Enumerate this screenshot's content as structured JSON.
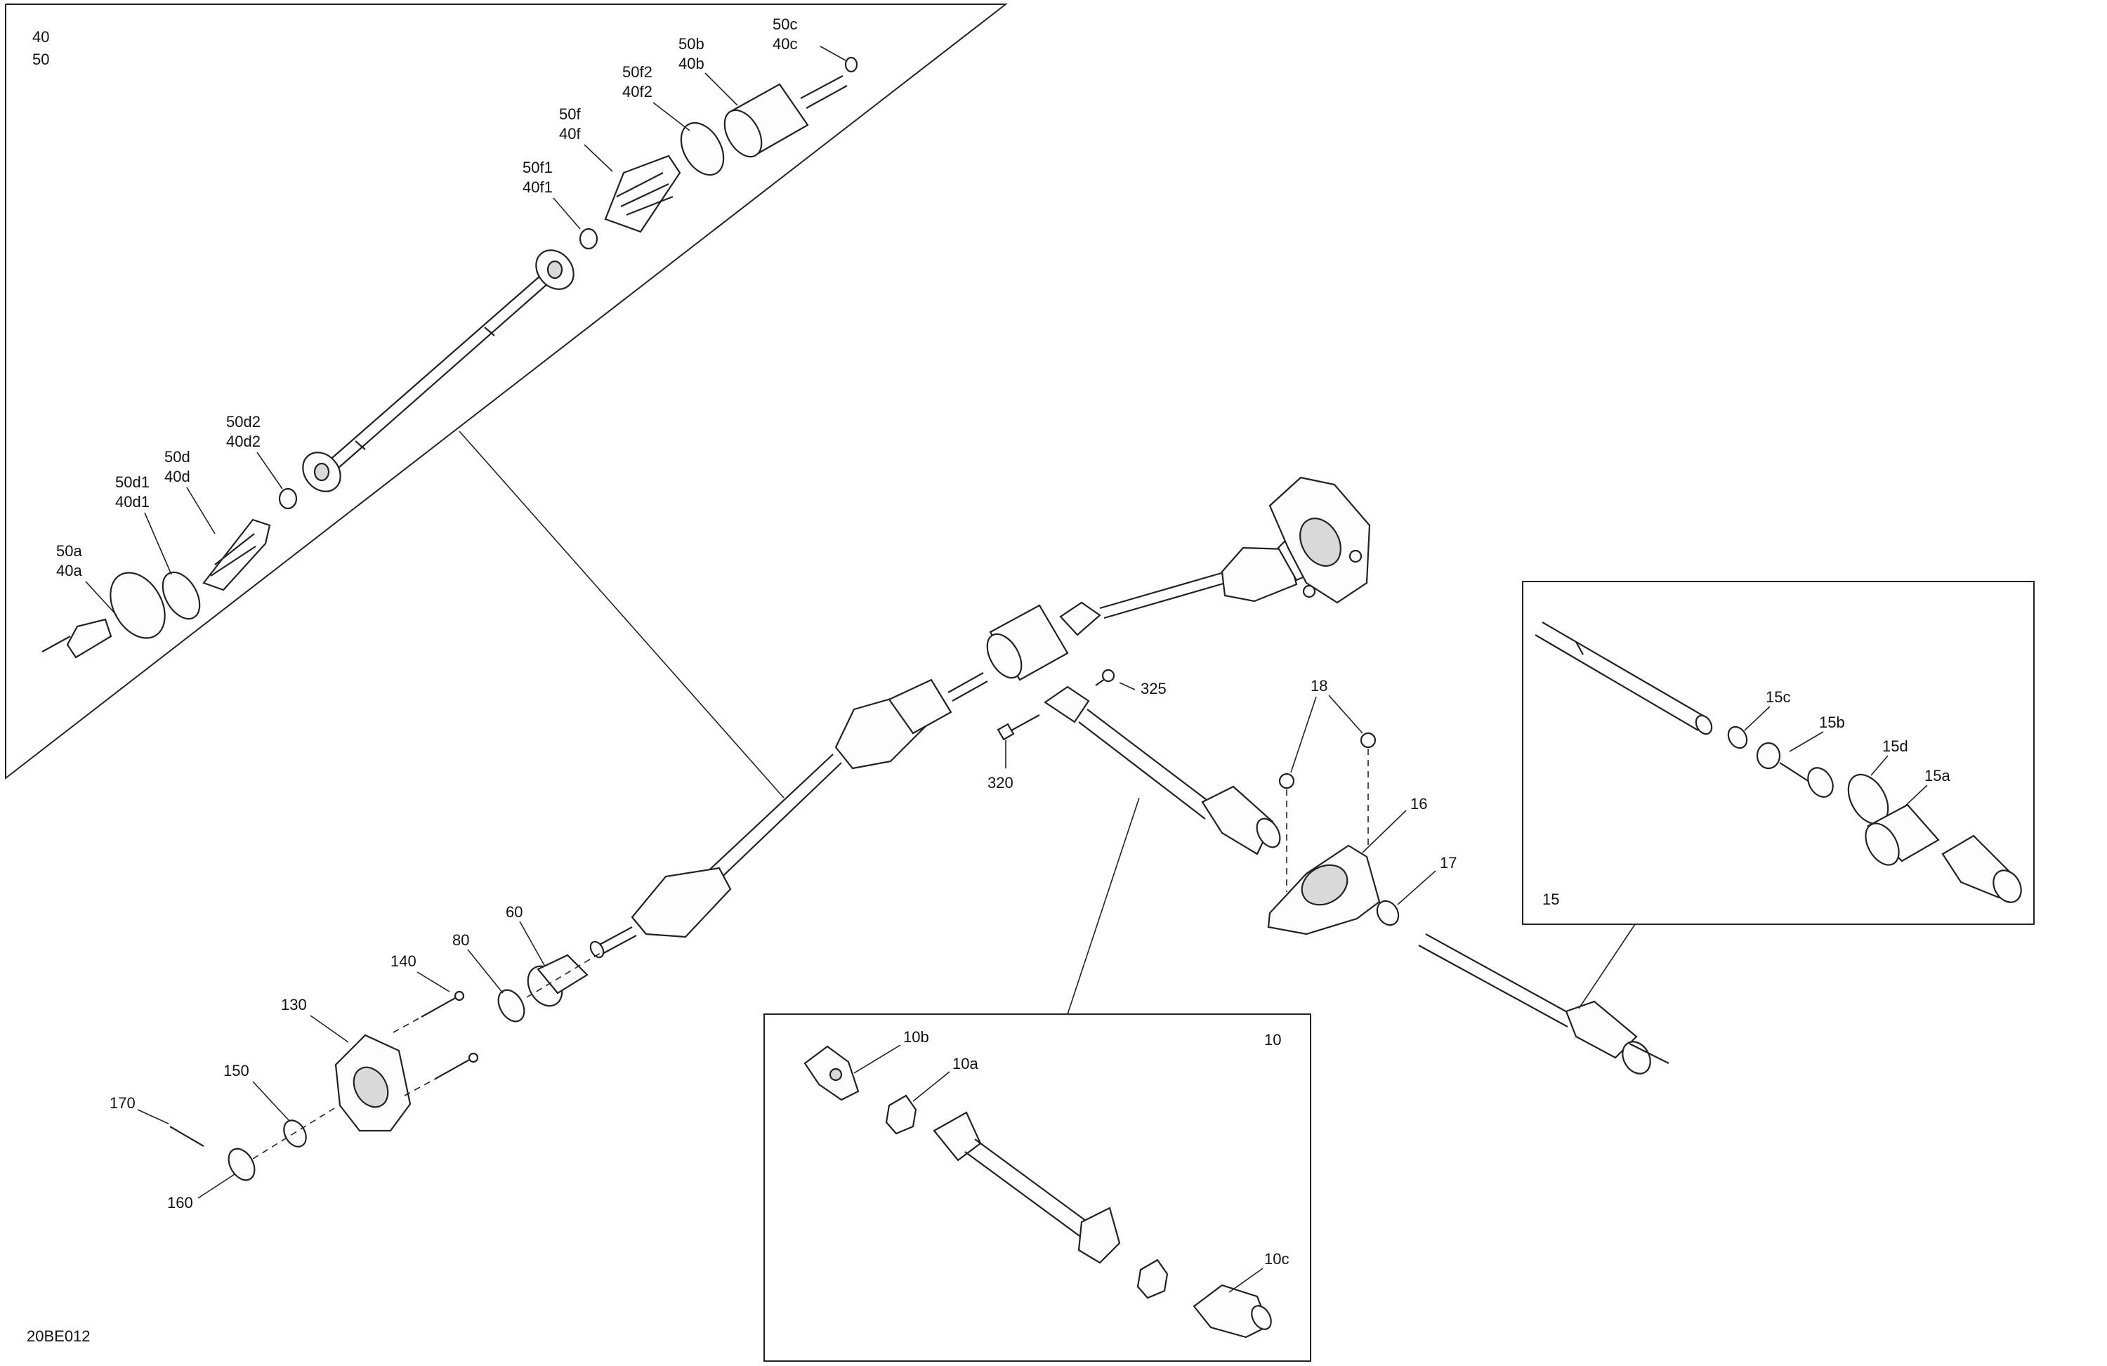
{
  "drawing_id": "20BE012",
  "inset_top_left": {
    "header": [
      "40",
      "50"
    ],
    "callouts": [
      {
        "id": "c50c",
        "lines": [
          "50c",
          "40c"
        ]
      },
      {
        "id": "c50b",
        "lines": [
          "50b",
          "40b"
        ]
      },
      {
        "id": "c50f2",
        "lines": [
          "50f2",
          "40f2"
        ]
      },
      {
        "id": "c50f",
        "lines": [
          "50f",
          "40f"
        ]
      },
      {
        "id": "c50f1",
        "lines": [
          "50f1",
          "40f1"
        ]
      },
      {
        "id": "c50d2",
        "lines": [
          "50d2",
          "40d2"
        ]
      },
      {
        "id": "c50d",
        "lines": [
          "50d",
          "40d"
        ]
      },
      {
        "id": "c50d1",
        "lines": [
          "50d1",
          "40d1"
        ]
      },
      {
        "id": "c50a",
        "lines": [
          "50a",
          "40a"
        ]
      }
    ]
  },
  "main_callouts": {
    "c325": "325",
    "c320": "320",
    "c18": "18",
    "c16": "16",
    "c17": "17",
    "c60": "60",
    "c80": "80",
    "c140": "140",
    "c130": "130",
    "c150": "150",
    "c170": "170",
    "c160": "160"
  },
  "inset_right": {
    "title": "15",
    "callouts": {
      "c15c": "15c",
      "c15b": "15b",
      "c15d": "15d",
      "c15a": "15a"
    }
  },
  "inset_bottom": {
    "title": "10",
    "callouts": {
      "c10b": "10b",
      "c10a": "10a",
      "c10c": "10c"
    }
  }
}
